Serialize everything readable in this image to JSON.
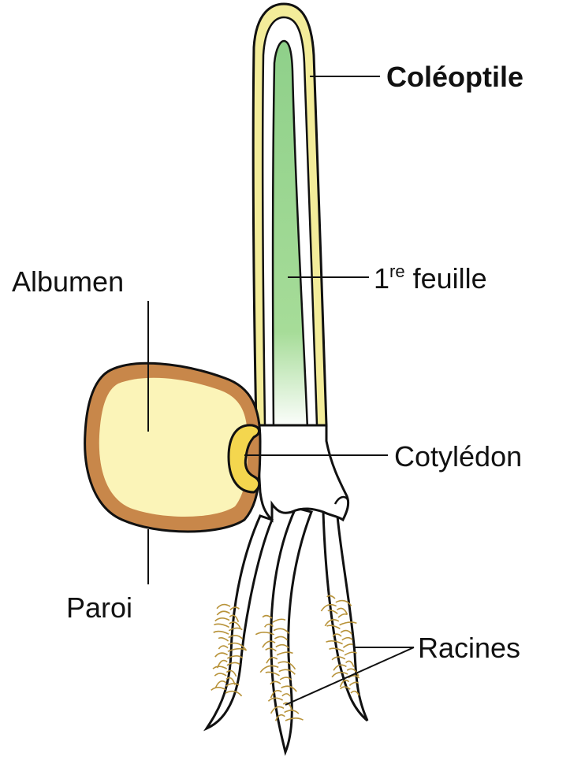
{
  "labels": {
    "coleoptile": "Coléoptile",
    "first_leaf_num": "1",
    "first_leaf_sup": "re",
    "first_leaf_word": "feuille",
    "albumen": "Albumen",
    "cotyledon": "Cotylédon",
    "paroi": "Paroi",
    "racines": "Racines"
  },
  "colors": {
    "outline": "#111111",
    "coleoptile_fill": "#f3ec9a",
    "leaf_fill": "#8fd08a",
    "seed_wall": "#c8874a",
    "albumen_fill": "#fbf4b8",
    "cotyledon_fill": "#f4d64e",
    "root_hairs": "#b8933a"
  }
}
